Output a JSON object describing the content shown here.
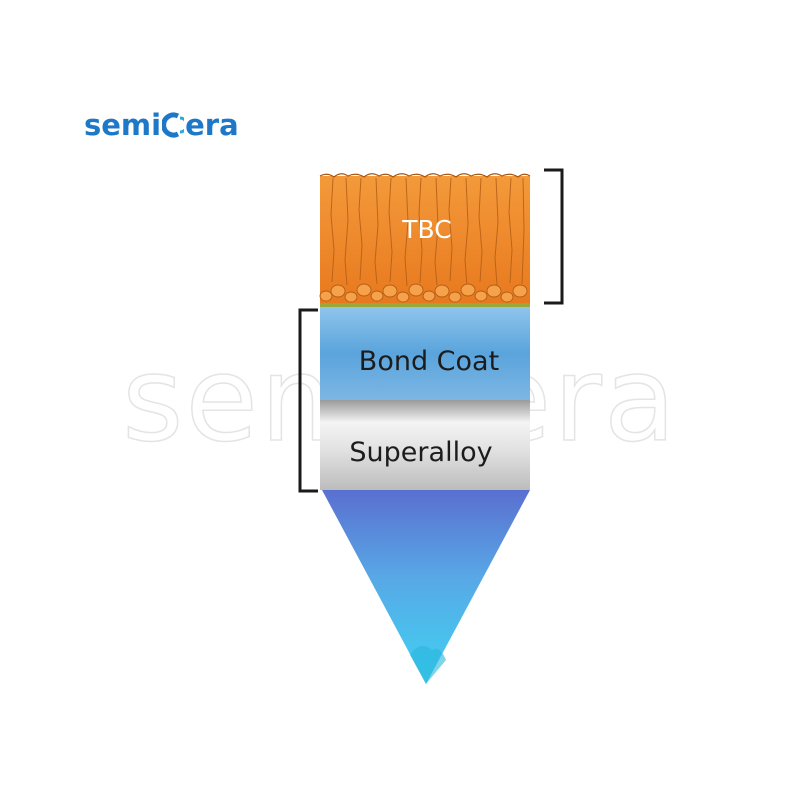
{
  "logo": {
    "prefix": "semi",
    "suffix": "era",
    "brand_color": "#1e78c8",
    "accent_color": "#2aa6e0"
  },
  "watermark": {
    "text": "semicera"
  },
  "diagram": {
    "layers": [
      {
        "label": "TBC",
        "color": "#f08a2c"
      },
      {
        "label": "Bond Coat",
        "color": "#5aa4dc"
      },
      {
        "label": "Superalloy",
        "color": "#d6d6d6"
      }
    ],
    "pointer_colors": [
      "#5a6fd0",
      "#4fc3ee"
    ]
  }
}
